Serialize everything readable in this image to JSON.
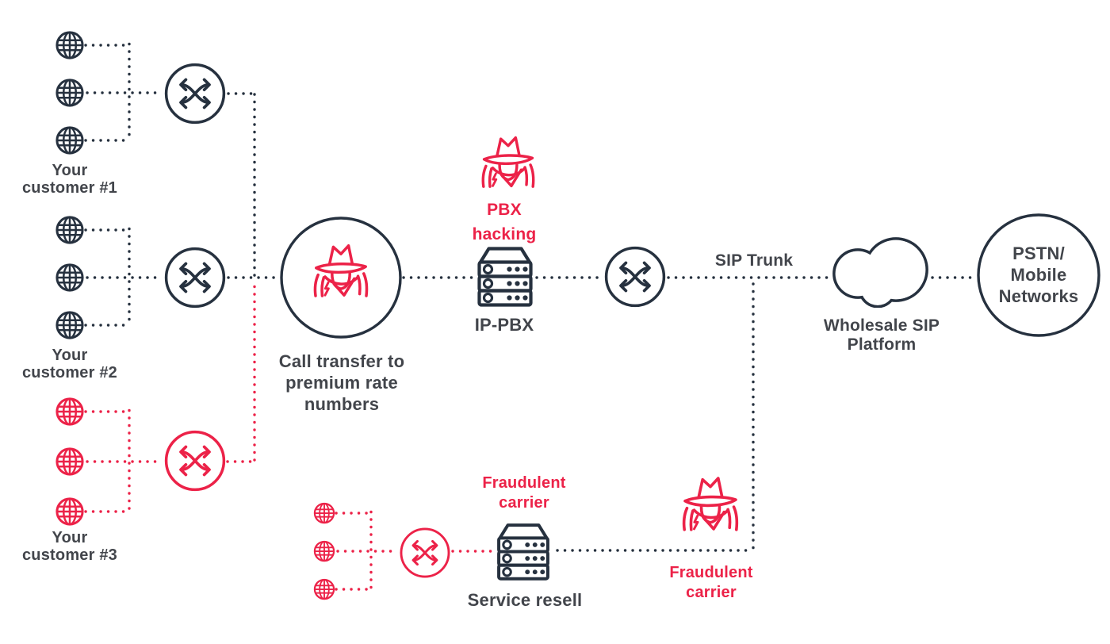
{
  "title": "PBX hacking / fraudulent carrier VoIP fraud diagram",
  "colors": {
    "navy": "#26313f",
    "red": "#ec2248",
    "label_gray": "#42454b",
    "background": "#ffffff"
  },
  "icons": {
    "customer": "globe-icon",
    "switch": "switch-shuffle-icon",
    "fraudster": "fraudster-spy-icon",
    "pbx": "server-icon",
    "cloud": "cloud-icon",
    "pstn": "circle-node"
  },
  "labels": {
    "customer1": "Your\ncustomer #1",
    "customer2": "Your\ncustomer #2",
    "customer3": "Your\ncustomer #3",
    "call_transfer": "Call transfer to\npremium rate\nnumbers",
    "pbx_hacking": "PBX\nhacking",
    "ip_pbx": "IP-PBX",
    "sip_trunk": "SIP Trunk",
    "wholesale_sip": "Wholesale SIP\nPlatform",
    "pstn": "PSTN/\nMobile\nNetworks",
    "fraudulent_carrier_top": "Fraudulent\ncarrier",
    "service_resell": "Service resell",
    "fraudulent_carrier_bottom": "Fraudulent\ncarrier"
  }
}
